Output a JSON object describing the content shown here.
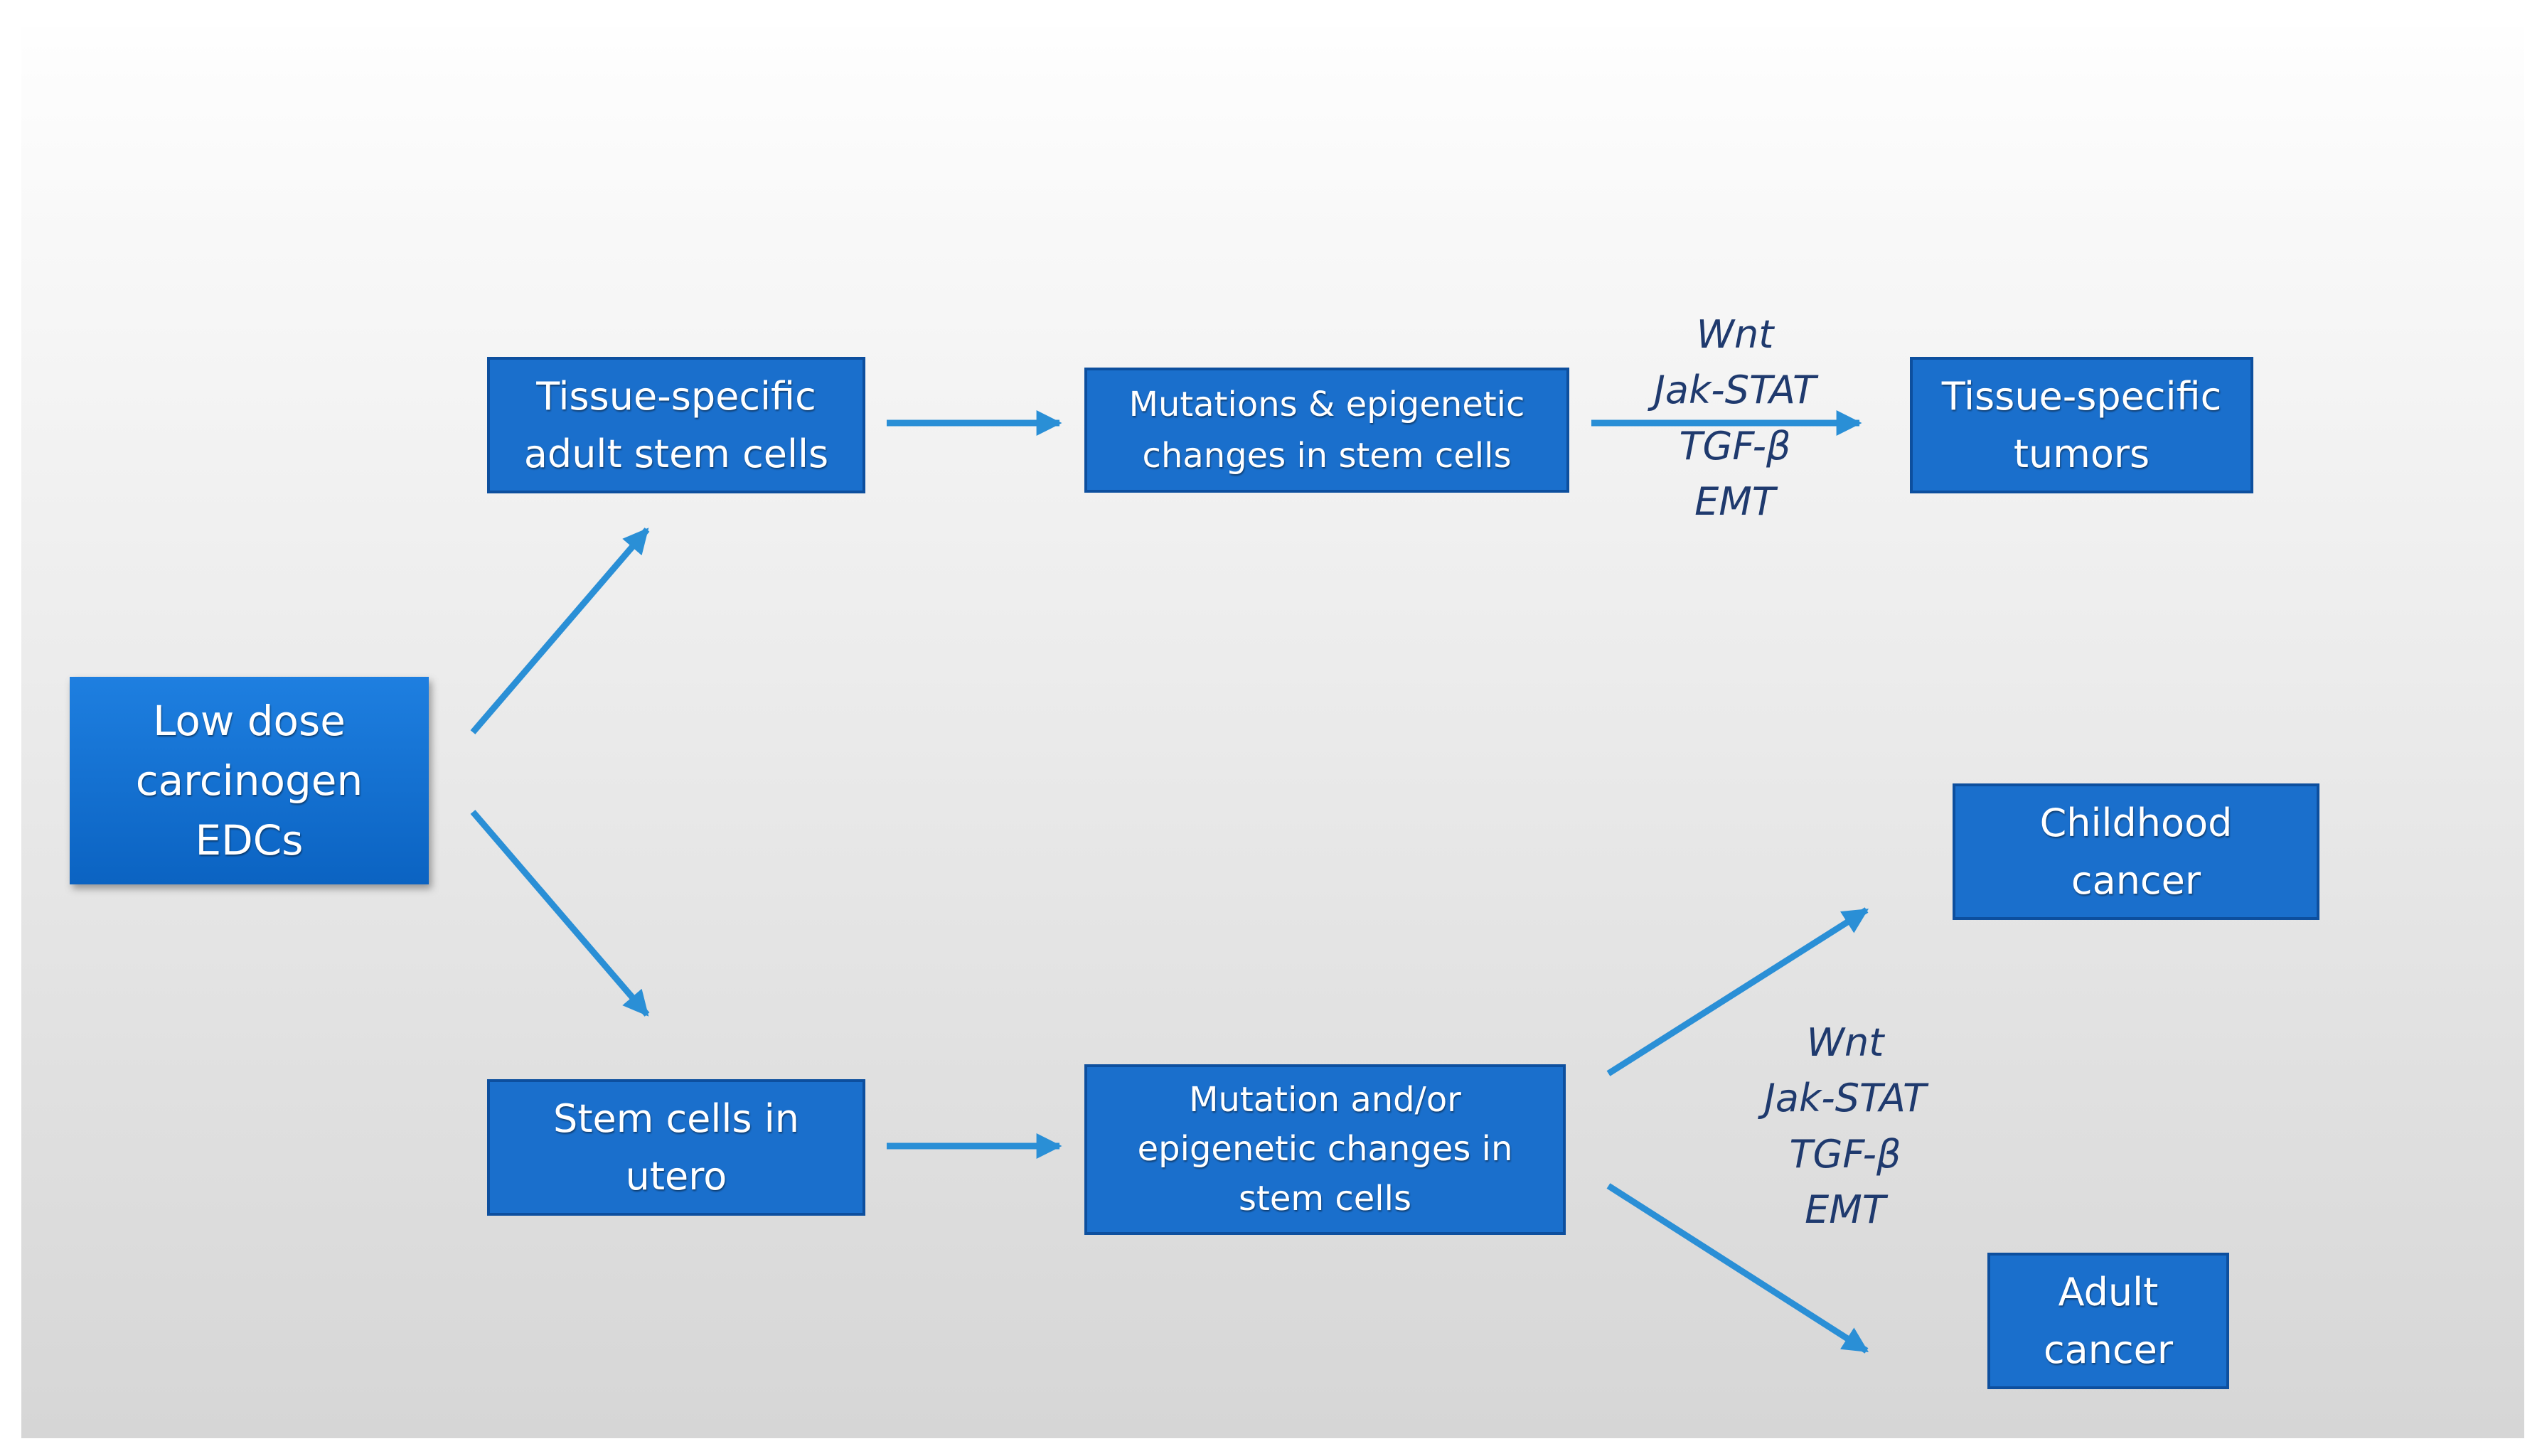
{
  "nodes": {
    "low_dose": "Low dose\ncarcinogen\nEDCs",
    "tissue_stem": "Tissue-specific\nadult  stem cells",
    "mutations_epigenetic": "Mutations & epigenetic\nchanges in stem cells",
    "tissue_tumors": "Tissue-specific\ntumors",
    "stem_utero": "Stem cells in\nutero",
    "mutation_andor": "Mutation and/or\nepigenetic changes in\nstem cells",
    "childhood_cancer": "Childhood\ncancer",
    "adult_cancer": "Adult\ncancer"
  },
  "pathways_top": "Wnt\nJak-STAT\nTGF-β\nEMT",
  "pathways_bottom": "Wnt\nJak-STAT\nTGF-β\nEMT",
  "colors": {
    "box_fill": "#1a6fcc",
    "box_border": "#0d4f9e",
    "arrow": "#2a8fd6",
    "pathway_text": "#1f3a6e"
  }
}
